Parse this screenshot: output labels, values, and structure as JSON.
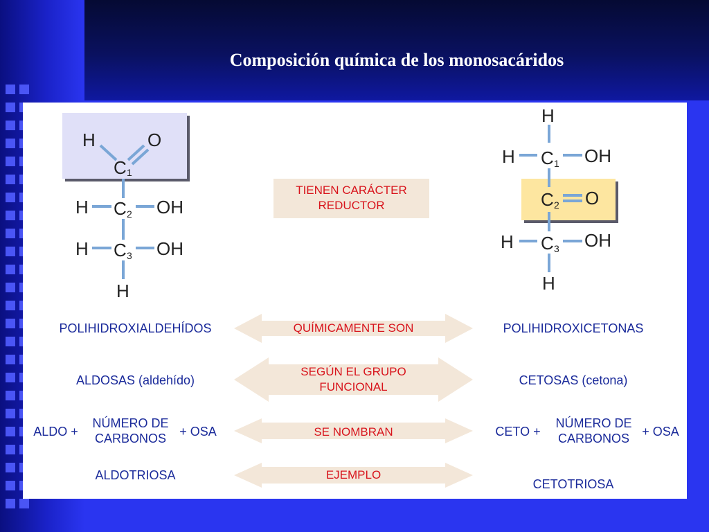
{
  "title": "Composición química de los monosacáridos",
  "center": {
    "caracter": [
      "TIENEN CARÁCTER",
      "REDUCTOR"
    ],
    "quimicamente": "QUÍMICAMENTE SON",
    "segun": [
      "SEGÚN EL GRUPO",
      "FUNCIONAL"
    ],
    "nombran": "SE NOMBRAN",
    "ejemplo": "EJEMPLO"
  },
  "left": {
    "familia": "POLIHIDROXIALDEHÍDOS",
    "grupo": "ALDOSAS (aldehído)",
    "prefijo": "ALDO +",
    "numero": [
      "NÚMERO DE",
      "CARBONOS"
    ],
    "sufijo": "+ OSA",
    "ejemplo": "ALDOTRIOSA"
  },
  "right": {
    "familia": "POLIHIDROXICETONAS",
    "grupo": "CETOSAS (cetona)",
    "prefijo": "CETO +",
    "numero": [
      "NÚMERO DE",
      "CARBONOS"
    ],
    "sufijo": "+ OSA",
    "ejemplo": "CETOTRIOSA"
  },
  "aldose": {
    "c1": {
      "left": "H",
      "top": "O",
      "c": "C",
      "n": "1"
    },
    "c2": {
      "left": "H",
      "c": "C",
      "n": "2",
      "right": "OH"
    },
    "c3": {
      "left": "H",
      "c": "C",
      "n": "3",
      "right": "OH"
    },
    "bottom": "H"
  },
  "ketose": {
    "top": "H",
    "c1": {
      "left": "H",
      "c": "C",
      "n": "1",
      "right": "OH"
    },
    "c2": {
      "c": "C",
      "n": "2",
      "right": "O"
    },
    "c3": {
      "left": "H",
      "c": "C",
      "n": "3",
      "right": "OH"
    },
    "bottom": "H"
  },
  "colors": {
    "aldehyde_box": "#e0e0f8",
    "ketone_box": "#fde6a0",
    "bond": "#7aa6d6",
    "label_blue": "#1a2a9a",
    "label_red": "#d8141c",
    "arrow_fill": "#f3e7d9"
  }
}
